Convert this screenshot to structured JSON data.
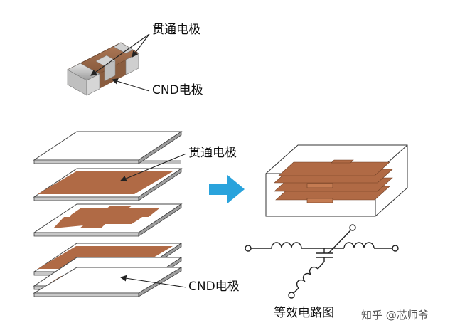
{
  "labels": {
    "through_electrode": "贯通电极",
    "gnd_electrode": "CND电极",
    "equivalent_circuit": "等效电路图"
  },
  "watermark": {
    "text": "知乎 @芯师爷",
    "logo_icon": "zhihu-logo"
  },
  "colors": {
    "electrode_brown": "#b06a45",
    "electrode_dark": "#8a4d2e",
    "arrow_blue": "#2aa3dc",
    "chip_body": "#9a6a4c",
    "chip_terminal": "#c9c9c9",
    "ceramic_sheet": "#ffffff"
  },
  "icons": [
    "chip-component-icon",
    "right-arrow-icon",
    "inductor-symbol-icon",
    "capacitor-symbol-icon"
  ]
}
